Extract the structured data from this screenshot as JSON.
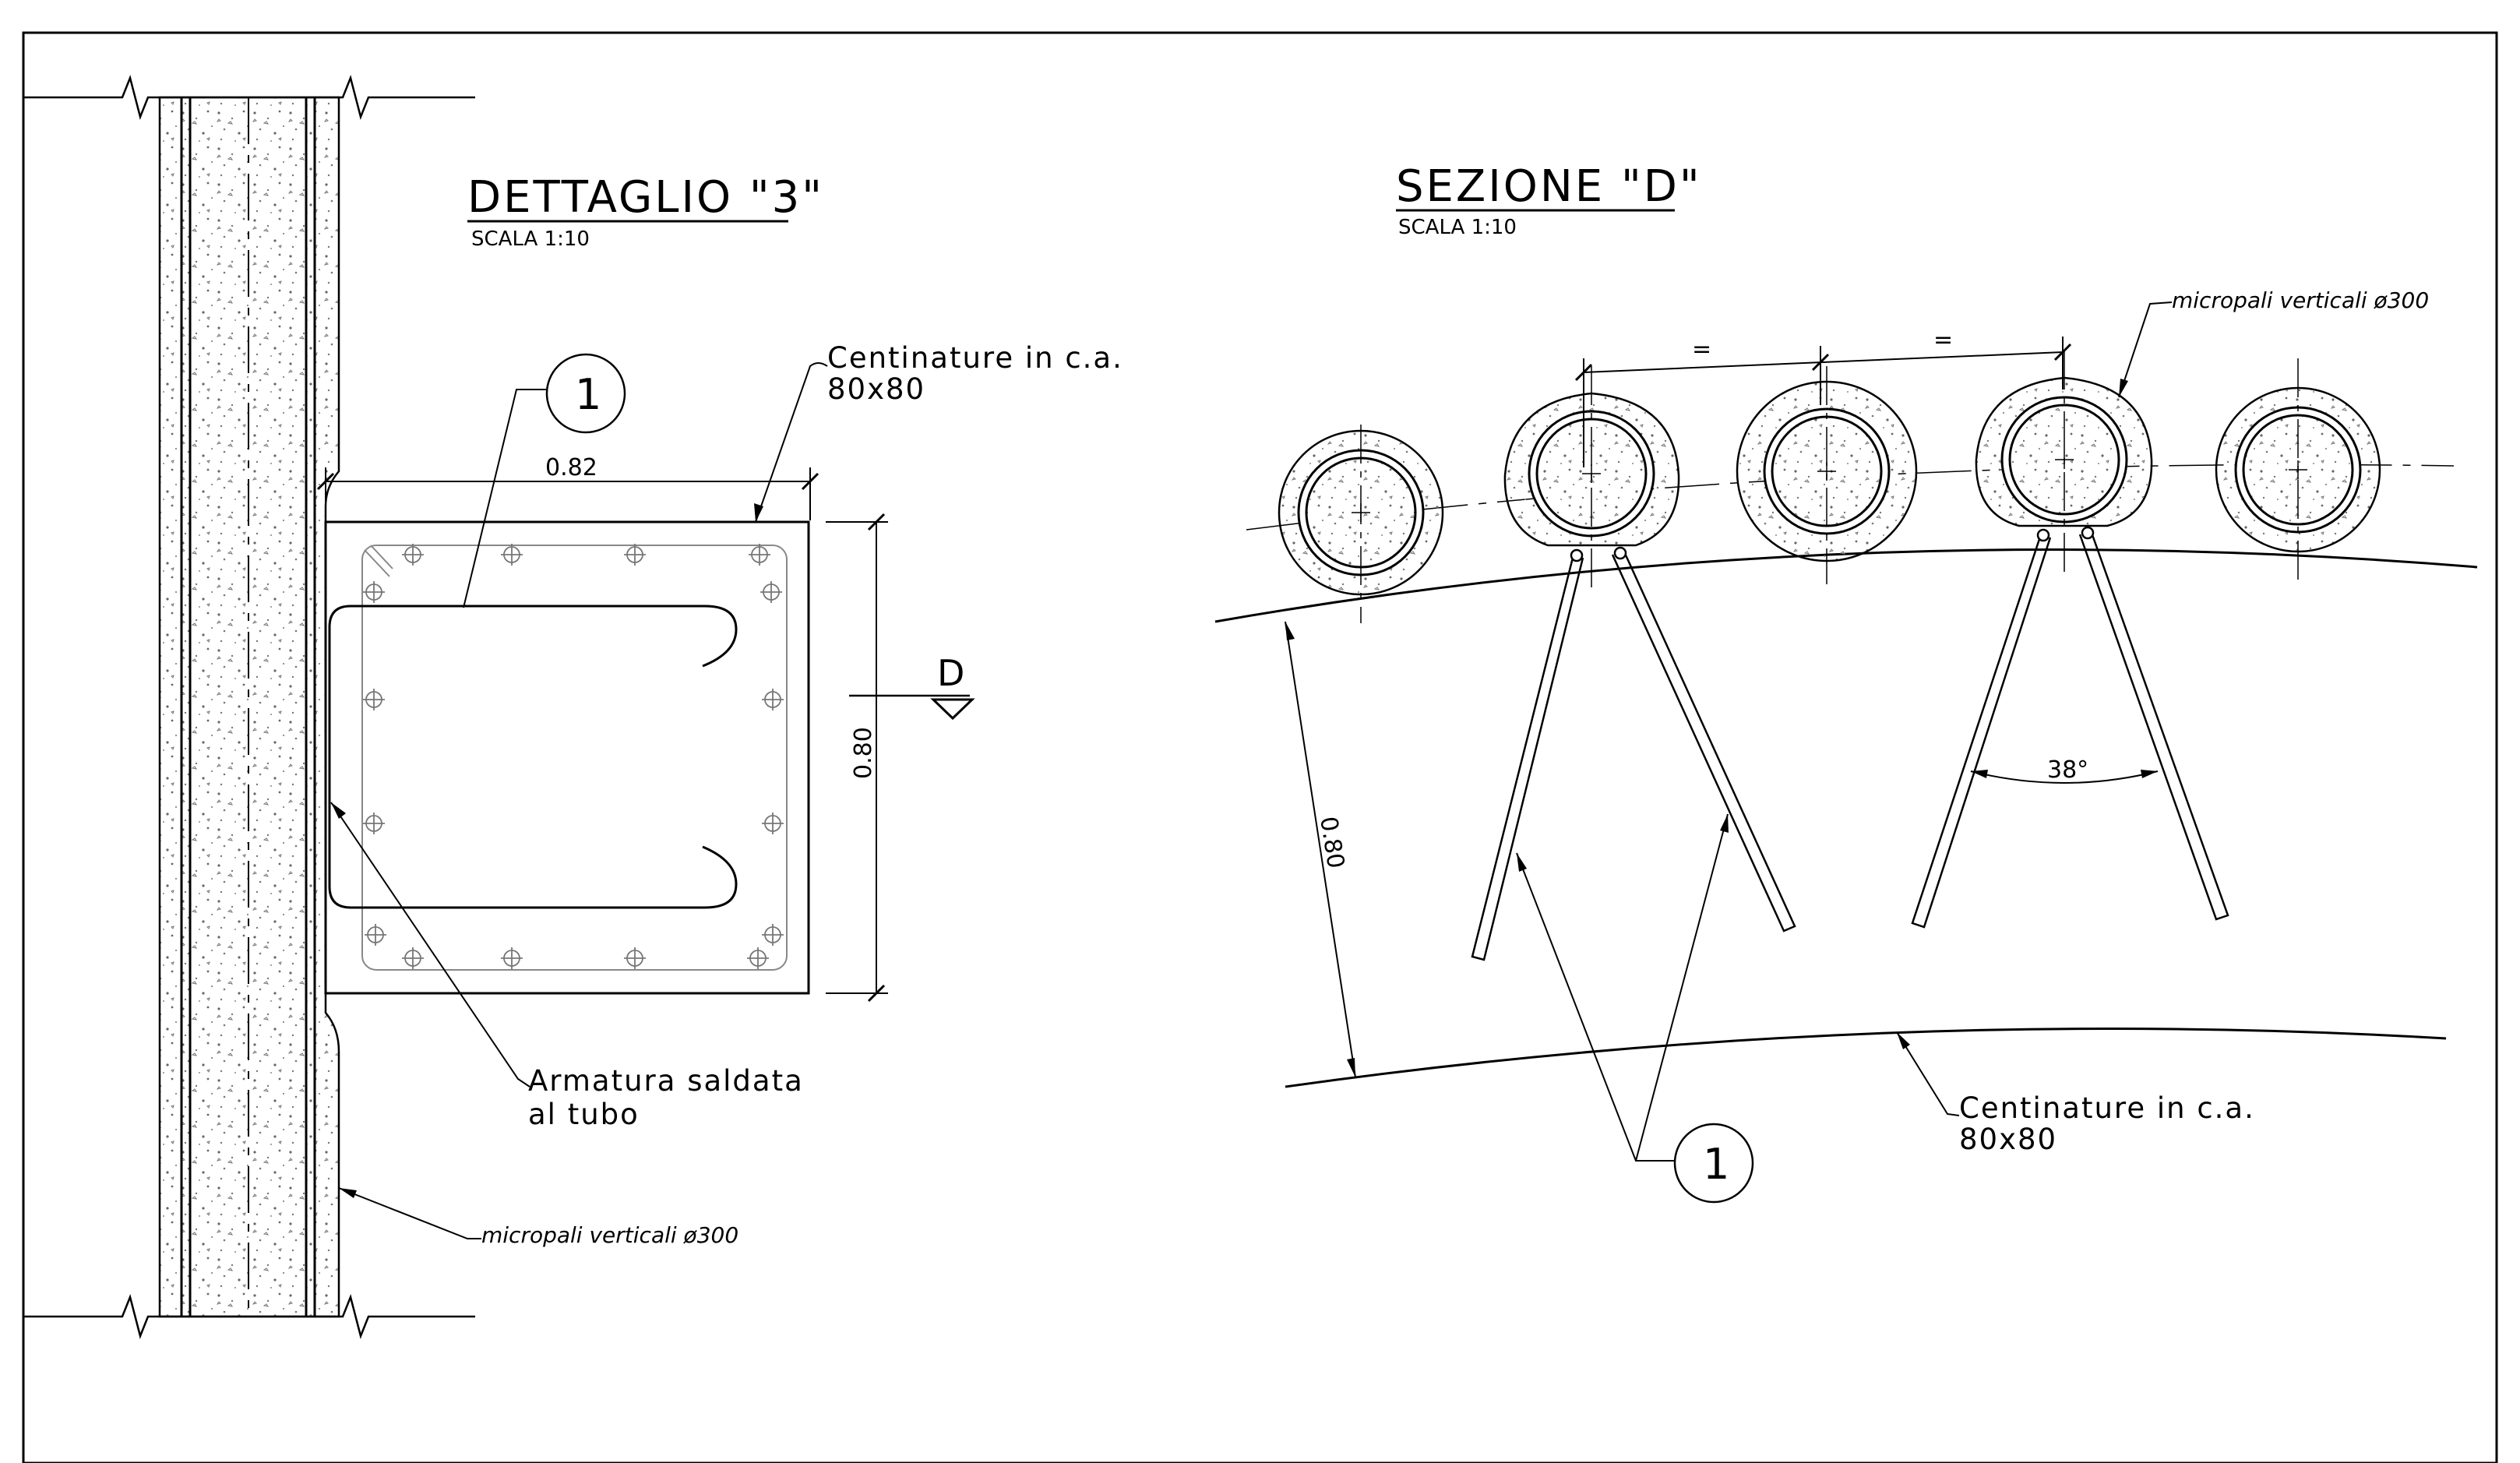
{
  "detail3": {
    "title": "DETTAGLIO \"3\"",
    "scale": "SCALA 1:10",
    "dim_width": "0.82",
    "dim_height": "0.80",
    "section_marker": "D",
    "label_centinature_1": "Centinature in c.a.",
    "label_centinature_2": "80x80",
    "label_armatura_1": "Armatura saldata",
    "label_armatura_2": "al tubo",
    "label_micropali": "micropali verticali ø300",
    "balloon": "1"
  },
  "sectionD": {
    "title": "SEZIONE \"D\"",
    "scale": "SCALA 1:10",
    "label_micropali": "micropali verticali ø300",
    "dim_equal_1": "=",
    "dim_equal_2": "=",
    "dim_angle": "38°",
    "dim_height": "0.80",
    "label_centinature_1": "Centinature in c.a.",
    "label_centinature_2": "80x80",
    "balloon": "1"
  },
  "colors": {
    "line": "#000000",
    "hatch": "#555555",
    "background": "#ffffff"
  }
}
